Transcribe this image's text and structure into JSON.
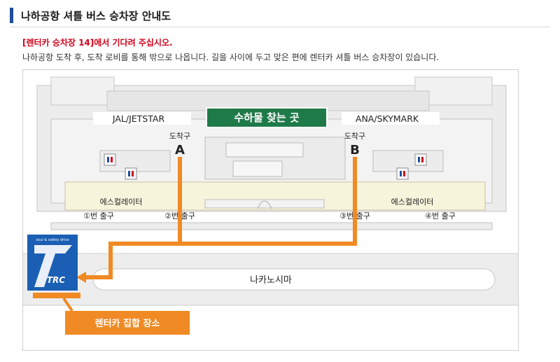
{
  "header": {
    "title": "나하공항 셔틀 버스 승차장 안내도",
    "accent_color": "#1f4e9a"
  },
  "notice": "[렌터카 승차장 14]에서 기다려 주십시오.",
  "description": "나하공항 도착 후, 도착 로비를 통해 밖으로 나옵니다. 길을 사이에 두고 맞은 편에 렌터카 셔틀 버스 승차장이 있습니다.",
  "map": {
    "airline_left": "JAL/JETSTAR",
    "airline_right": "ANA/SKYMARK",
    "baggage_claim": "수하물 찾는 곳",
    "arrival_gate_a_label": "도착구",
    "arrival_gate_a_letter": "A",
    "arrival_gate_b_label": "도착구",
    "arrival_gate_b_letter": "B",
    "escalator_left": "에스컬레이터",
    "escalator_right": "에스컬레이터",
    "exits": [
      "①번 출구",
      "②번 출구",
      "③번 출구",
      "④번 출구"
    ],
    "road_label": "나카노시마",
    "meeting_point": "렌터카 집합 장소",
    "logo_tagline": "ocul & safety drive",
    "logo_text": "TRC",
    "route_color": "#f08a24",
    "sign_color": "#1f7a4a",
    "logo_color": "#1a5fb4"
  }
}
